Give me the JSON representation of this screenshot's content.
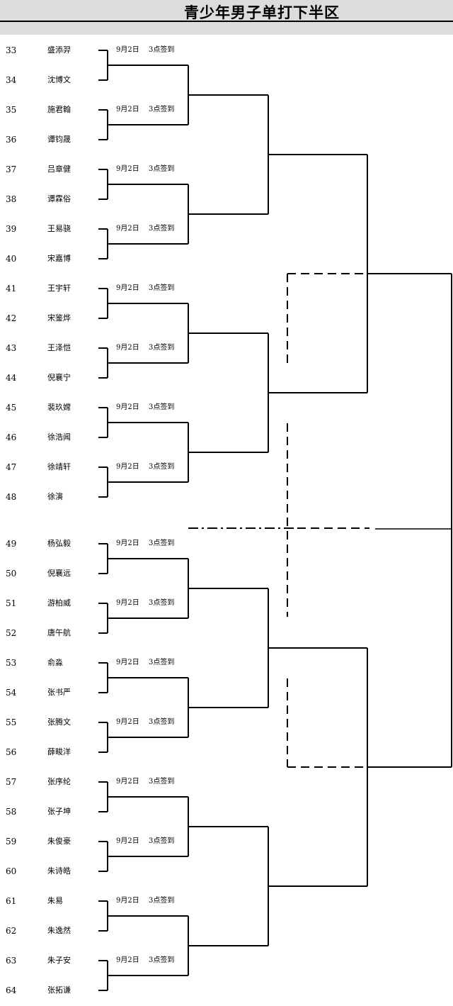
{
  "title": "青少年男子单打下半区",
  "schedule": {
    "date": "9月2日",
    "time": "3点签到"
  },
  "players": [
    {
      "seed": "33",
      "name": "盛添羿"
    },
    {
      "seed": "34",
      "name": "沈博文"
    },
    {
      "seed": "35",
      "name": "施君翰"
    },
    {
      "seed": "36",
      "name": "谭钧晟"
    },
    {
      "seed": "37",
      "name": "吕章健"
    },
    {
      "seed": "38",
      "name": "谭霖俗"
    },
    {
      "seed": "39",
      "name": "王易骁"
    },
    {
      "seed": "40",
      "name": "宋嘉博"
    },
    {
      "seed": "41",
      "name": "王宇轩"
    },
    {
      "seed": "42",
      "name": "宋鉴烨"
    },
    {
      "seed": "43",
      "name": "王泽恺"
    },
    {
      "seed": "44",
      "name": "倪襄宁"
    },
    {
      "seed": "45",
      "name": "裴玖嫦"
    },
    {
      "seed": "46",
      "name": "徐浩闻"
    },
    {
      "seed": "47",
      "name": "徐靖轩"
    },
    {
      "seed": "48",
      "name": "徐演"
    },
    {
      "seed": "49",
      "name": "杨弘毅"
    },
    {
      "seed": "50",
      "name": "倪襄远"
    },
    {
      "seed": "51",
      "name": "游柏威"
    },
    {
      "seed": "52",
      "name": "唐午航"
    },
    {
      "seed": "53",
      "name": "俞淼"
    },
    {
      "seed": "54",
      "name": "张书严"
    },
    {
      "seed": "55",
      "name": "张腾文"
    },
    {
      "seed": "56",
      "name": "薛畯洋"
    },
    {
      "seed": "57",
      "name": "张序纶"
    },
    {
      "seed": "58",
      "name": "张子坤"
    },
    {
      "seed": "59",
      "name": "朱俊豪"
    },
    {
      "seed": "60",
      "name": "朱诗皓"
    },
    {
      "seed": "61",
      "name": "朱易"
    },
    {
      "seed": "62",
      "name": "朱逸然"
    },
    {
      "seed": "63",
      "name": "朱子安"
    },
    {
      "seed": "64",
      "name": "张拓谦"
    }
  ]
}
